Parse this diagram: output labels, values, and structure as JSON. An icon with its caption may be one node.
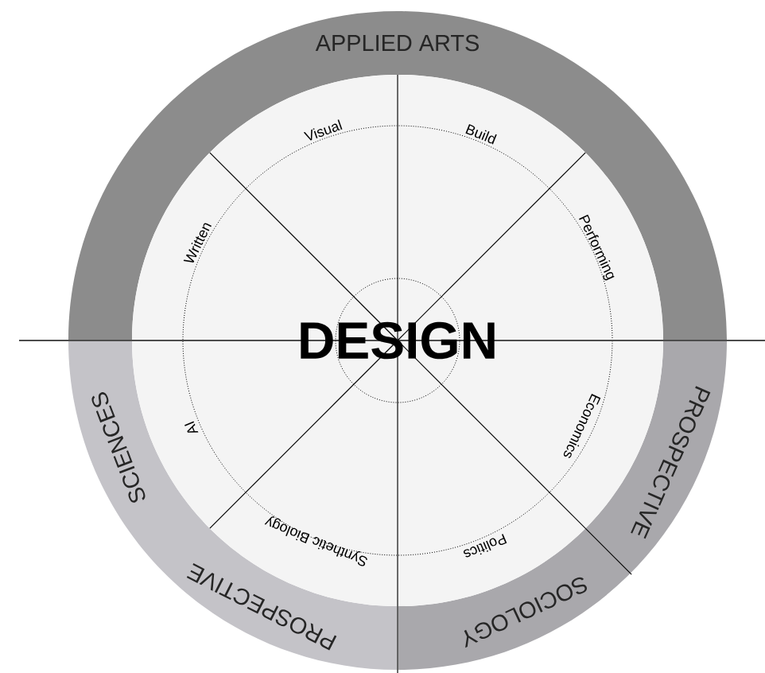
{
  "diagram": {
    "nodes": [
      {
        "text": [
          "APPLIED ARTS"
        ]
      },
      {
        "text": [
          "PROSPECTIVE",
          "SOCIOLOGY"
        ]
      },
      {
        "text": [
          "PROSPECTIVE",
          "SCIENCES"
        ]
      },
      {
        "text": [
          "DESIGN"
        ]
      }
    ],
    "labels": [
      "Visual",
      "Build",
      "Written",
      "Performing",
      "Economics",
      "AI",
      "Synthetic Biology",
      "Politics"
    ]
  }
}
